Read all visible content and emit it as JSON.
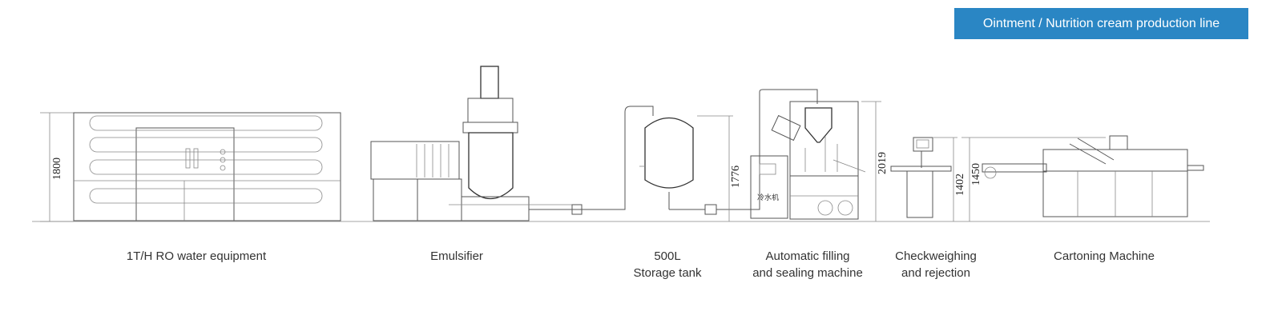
{
  "title": "Ointment / Nutrition cream production line",
  "colors": {
    "badge": "#2a86c4",
    "line": "#555555"
  },
  "dimensions": {
    "ro": "1800",
    "tank": "1776",
    "filling": "2019",
    "checkweigher": "1402",
    "cartoning": "1450"
  },
  "chiller_label": "冷水机",
  "stations": [
    {
      "lines": [
        "1T/H RO water equipment"
      ]
    },
    {
      "lines": [
        "Emulsifier"
      ]
    },
    {
      "lines": [
        "500L",
        "Storage tank"
      ]
    },
    {
      "lines": [
        "Automatic filling",
        "and sealing machine"
      ]
    },
    {
      "lines": [
        "Checkweighing",
        "and rejection"
      ]
    },
    {
      "lines": [
        "Cartoning Machine"
      ]
    }
  ]
}
